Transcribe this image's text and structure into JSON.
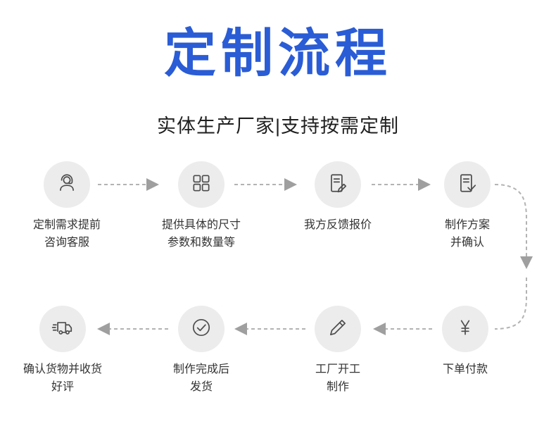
{
  "header": {
    "title": "定制流程",
    "subtitle": "实体生产厂家|支持按需定制"
  },
  "colors": {
    "title_blue": "#2a5cd5",
    "circle_bg": "#ececec",
    "icon_color": "#4d4d4d",
    "arrow_color": "#b3b3b3",
    "label_color": "#333333"
  },
  "flow": {
    "direction": "row1 left-to-right, curve down on right, row2 right-to-left",
    "steps": [
      {
        "label": "定制需求提前\n咨询客服",
        "icon": "customer-service-icon",
        "row": 1
      },
      {
        "label": "提供具体的尺寸\n参数和数量等",
        "icon": "grid-icon",
        "row": 1
      },
      {
        "label": "我方反馈报价",
        "icon": "quote-document-icon",
        "row": 1
      },
      {
        "label": "制作方案\n并确认",
        "icon": "plan-document-icon",
        "row": 1
      },
      {
        "label": "下单付款",
        "icon": "yuan-icon",
        "row": 2
      },
      {
        "label": "工厂开工\n制作",
        "icon": "pencil-icon",
        "row": 2
      },
      {
        "label": "制作完成后\n发货",
        "icon": "check-circle-icon",
        "row": 2
      },
      {
        "label": "确认货物并收货\n好评",
        "icon": "truck-icon",
        "row": 2
      }
    ]
  }
}
